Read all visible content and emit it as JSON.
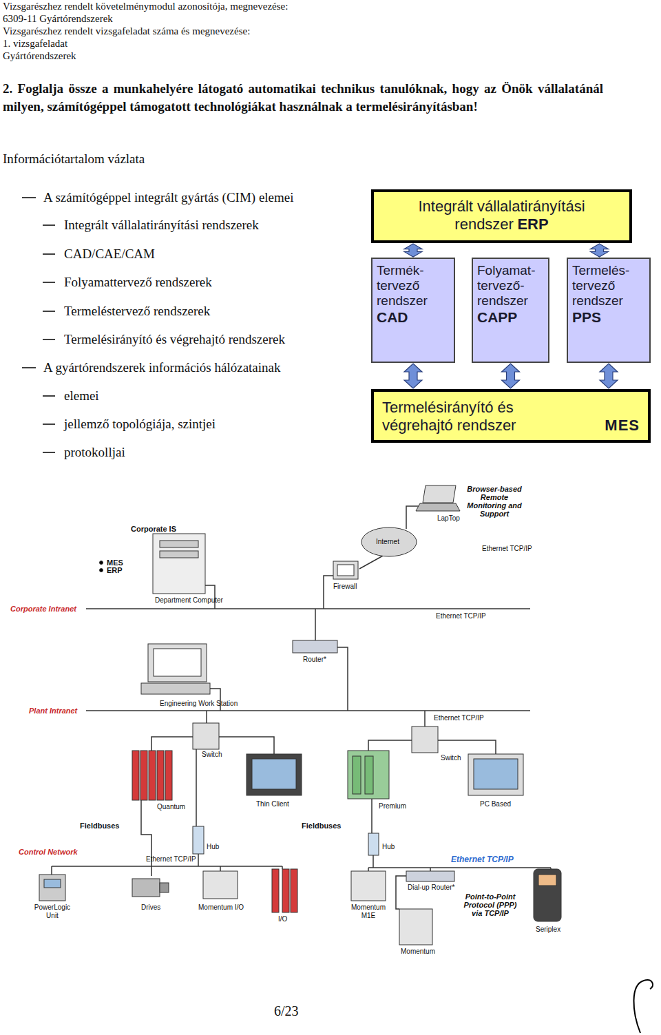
{
  "diagram": {
    "title": "2. Foglalja össze a munkahelyére látogató automatikai technikus tanulóknak, hogy az Önök vállalatánál milyen, számítógéppel támogatott technológiákat használnak a termelésirányításban!",
    "nodes": [
      {
        "text": [
          "Integrált vállalatirányítási rendszer",
          "ERP"
        ]
      },
      {
        "text": [
          "Termék-tervező rendszer",
          "CAD"
        ]
      },
      {
        "text": [
          "Folyamat-tervező-rendszer",
          "CAPP"
        ]
      },
      {
        "text": [
          "Termelés-tervező rendszer",
          "PPS"
        ]
      },
      {
        "text": [
          "Termelésirányító és végrehajtó rendszer",
          "MES"
        ]
      }
    ],
    "edges": [
      {
        "from": 0,
        "to": 1,
        "arrow": "both"
      },
      {
        "from": 0,
        "to": 3,
        "arrow": "both"
      },
      {
        "from": 1,
        "to": 4,
        "arrow": "both"
      },
      {
        "from": 2,
        "to": 4,
        "arrow": "both"
      },
      {
        "from": 3,
        "to": 4,
        "arrow": "both"
      }
    ],
    "labels": [
      "Vizsgarészhez rendelt követelménymodul azonosítója, megnevezése:",
      "6309-11 Gyártórendszerek",
      "Vizsgarészhez rendelt vizsgafeladat száma és megnevezése:",
      "1. vizsgafeladat",
      "Gyártórendszerek",
      "Információtartalom vázlata",
      "A számítógéppel integrált gyártás (CIM) elemei",
      "Integrált vállalatirányítási rendszerek",
      "CAD/CAE/CAM",
      "Folyamattervező rendszerek",
      "Termeléstervező rendszerek",
      "Termelésirányító és végrehajtó rendszerek",
      "A gyártórendszerek információs hálózatainak",
      "elemei",
      "jellemző topológiája, szintjei",
      "protokolljai",
      "Browser-based Remote Monitoring and Support",
      "LapTop",
      "Corporate IS",
      "Internet",
      "Ethernet TCP/IP",
      "MES",
      "ERP",
      "Firewall",
      "Department Computer",
      "Corporate Intranet",
      "Ethernet TCP/IP",
      "Router*",
      "Engineering Work Station",
      "Plant Intranet",
      "Ethernet TCP/IP",
      "Switch",
      "Switch",
      "Quantum",
      "Thin Client",
      "Premium",
      "PC Based",
      "Fieldbuses",
      "Fieldbuses",
      "Hub",
      "Hub",
      "Control Network",
      "Ethernet TCP/IP",
      "Ethernet TCP/IP",
      "PowerLogic Unit",
      "Drives",
      "Momentum I/O",
      "I/O",
      "Dial-up Router*",
      "Point-to-Point Protocol (PPP) via TCP/IP",
      "Momentum M1E",
      "Seriplex",
      "Momentum",
      "6/23"
    ]
  }
}
